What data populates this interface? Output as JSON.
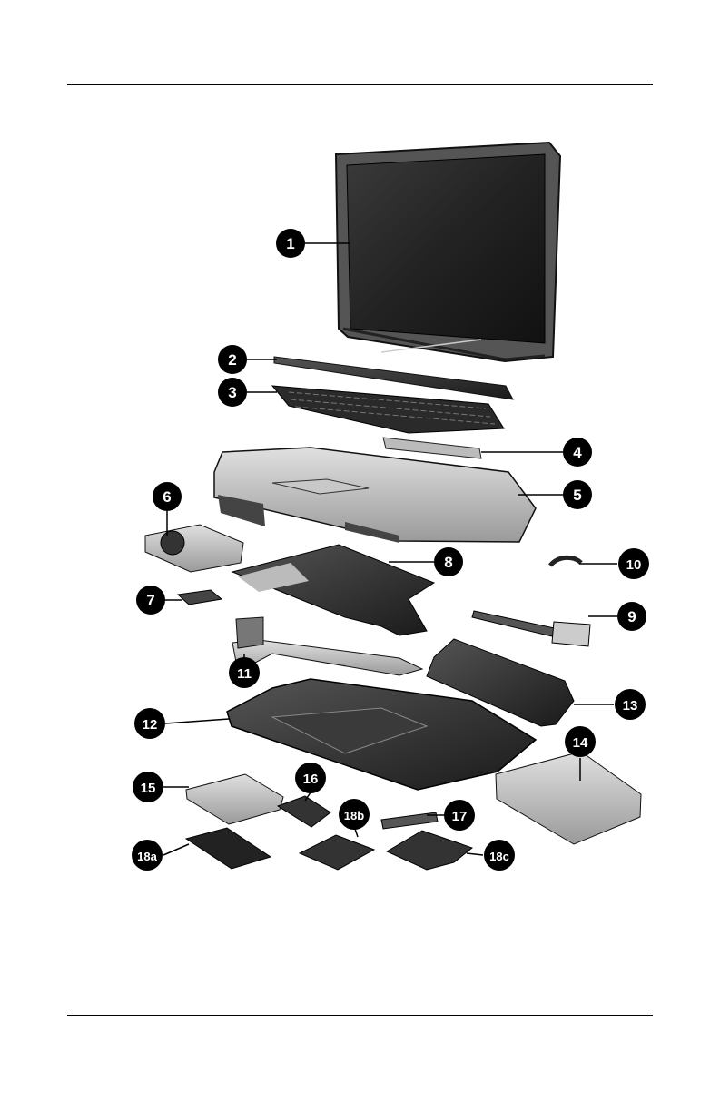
{
  "callouts": {
    "c1": "1",
    "c2": "2",
    "c3": "3",
    "c4": "4",
    "c5": "5",
    "c6": "6",
    "c7": "7",
    "c8": "8",
    "c9": "9",
    "c10": "10",
    "c11": "11",
    "c12": "12",
    "c13": "13",
    "c14": "14",
    "c15": "15",
    "c16": "16",
    "c17": "17",
    "c18a": "18a",
    "c18b": "18b",
    "c18c": "18c"
  }
}
